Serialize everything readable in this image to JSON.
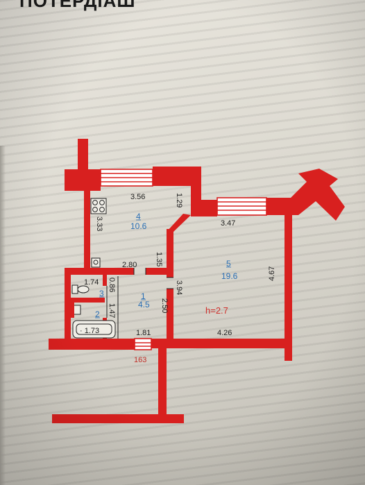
{
  "page": {
    "heading_fragment": "ПОТЕРДІАШ"
  },
  "colors": {
    "wall": "#d8201f",
    "paper": "#e6e3db",
    "window_frame": "#ffffff",
    "label_blue": "#2a6fb5",
    "label_red": "#d0312d"
  },
  "dimensions": {
    "d_3_56": "3.56",
    "d_1_29": "1.29",
    "d_3_33": "3.33",
    "d_3_47": "3.47",
    "d_1_35": "1.35",
    "d_2_80": "2.80",
    "d_4_67": "4.67",
    "d_1_74": "1.74",
    "d_0_86": "0.86",
    "d_3_94": "3.94",
    "d_1_47": "1.47",
    "d_2_50": "2.50",
    "d_1_73": "· 1.73",
    "d_1_81": "1.81",
    "d_4_26": "4.26"
  },
  "rooms": [
    {
      "number": "4",
      "area": "10.6"
    },
    {
      "number": "5",
      "area": "19.6"
    },
    {
      "number": "1",
      "area": "4.5"
    },
    {
      "number": "3",
      "area": ""
    },
    {
      "number": "2",
      "area": ""
    }
  ],
  "ceiling_height": "h=2.7",
  "entry_number": "163",
  "icons": [
    "stove-icon",
    "toilet-icon",
    "bathtub-icon",
    "sink-icon",
    "window-icon",
    "door-icon"
  ]
}
